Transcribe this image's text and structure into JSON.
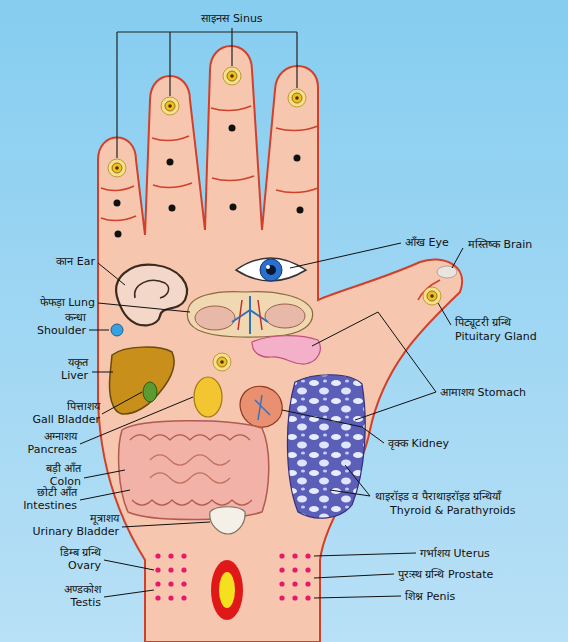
{
  "diagram": {
    "labels": [
      "साइनस Sinus",
      "आँख Eye",
      "मस्तिष्क Brain",
      "कान Ear",
      "फेफड़ा Lung",
      "कन्धा",
      "Shoulder",
      "पिट्यूटरी ग्रन्थि",
      "Pituitary Gland",
      "यकृत",
      "Liver",
      "आमाशय Stomach",
      "पित्ताशय",
      "Gall Bladder",
      "अग्नाशय",
      "Pancreas",
      "वृक्क Kidney",
      "बड़ी आँत",
      "Colon",
      "छोटी आँत",
      "Intestines",
      "थाइरॉइड व पैराथाइरॉइड ग्रन्थियाँ",
      "Thyroid & Parathyroids",
      "मूत्राशय",
      "Urinary Bladder",
      "गर्भाशय Uterus",
      "डिम्ब ग्रन्थि",
      "Ovary",
      "पुरःस्थ ग्रन्थि Prostate",
      "अण्डकोश",
      "Testis",
      "शिश्न Penis"
    ]
  }
}
